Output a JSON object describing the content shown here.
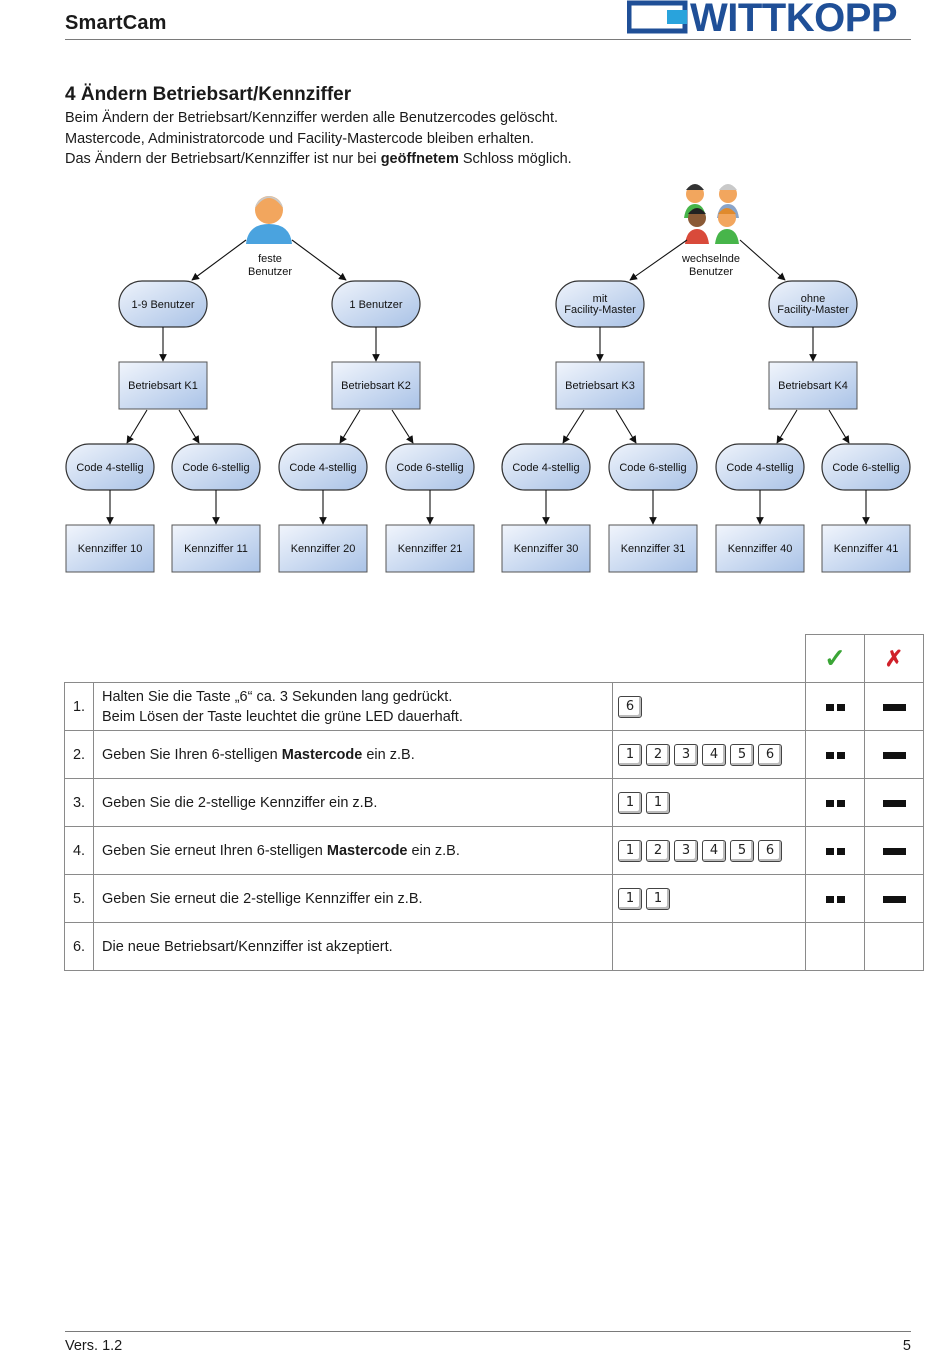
{
  "header": {
    "brand": "SmartCam",
    "logo_text": "WITTKOPP"
  },
  "section": {
    "title": "4 Ändern Betriebsart/Kennziffer",
    "line1": "Beim Ändern der Betriebsart/Kennziffer werden alle Benutzercodes gelöscht.",
    "line2": "Mastercode, Administratorcode und Facility-Mastercode bleiben erhalten.",
    "line3_pre": "Das Ändern der Betriebsart/Kennziffer ist nur bei ",
    "line3_bold": "geöffnetem",
    "line3_post": " Schloss möglich."
  },
  "diagram": {
    "left_root": [
      "feste",
      "Benutzer"
    ],
    "right_root": [
      "wechselnde",
      "Benutzer"
    ],
    "groups": [
      {
        "label": [
          "1-9 Benutzer"
        ],
        "mode": "Betriebsart K1",
        "codes": [
          "Code 4-stellig",
          "Code 6-stellig"
        ],
        "ids": [
          "Kennziffer 10",
          "Kennziffer 11"
        ]
      },
      {
        "label": [
          "1 Benutzer"
        ],
        "mode": "Betriebsart K2",
        "codes": [
          "Code 4-stellig",
          "Code 6-stellig"
        ],
        "ids": [
          "Kennziffer 20",
          "Kennziffer 21"
        ]
      },
      {
        "label": [
          "mit",
          "Facility-Master"
        ],
        "mode": "Betriebsart K3",
        "codes": [
          "Code 4-stellig",
          "Code 6-stellig"
        ],
        "ids": [
          "Kennziffer 30",
          "Kennziffer 31"
        ]
      },
      {
        "label": [
          "ohne",
          "Facility-Master"
        ],
        "mode": "Betriebsart K4",
        "codes": [
          "Code 4-stellig",
          "Code 6-stellig"
        ],
        "ids": [
          "Kennziffer 40",
          "Kennziffer 41"
        ]
      }
    ]
  },
  "table": {
    "ok_symbol": "✓",
    "err_symbol": "✗",
    "rows": [
      {
        "num": "1.",
        "text1": "Halten Sie die Taste „6“ ca. 3 Sekunden lang gedrückt.",
        "text2": "Beim Lösen der Taste leuchtet die grüne LED dauerhaft.",
        "keys": [
          "6"
        ]
      },
      {
        "num": "2.",
        "pre": "Geben Sie Ihren 6-stelligen ",
        "bold": "Mastercode",
        "post": " ein z.B.",
        "keys": [
          "1",
          "2",
          "3",
          "4",
          "5",
          "6"
        ]
      },
      {
        "num": "3.",
        "pre": "Geben Sie die 2-stellige Kennziffer ein z.B.",
        "keys": [
          "1",
          "1"
        ]
      },
      {
        "num": "4.",
        "pre": "Geben Sie erneut Ihren 6-stelligen ",
        "bold": "Mastercode",
        "post": " ein z.B.",
        "keys": [
          "1",
          "2",
          "3",
          "4",
          "5",
          "6"
        ]
      },
      {
        "num": "5.",
        "pre": "Geben Sie erneut die 2-stellige Kennziffer ein z.B.",
        "keys": [
          "1",
          "1"
        ]
      },
      {
        "num": "6.",
        "pre": "Die neue Betriebsart/Kennziffer ist akzeptiert."
      }
    ]
  },
  "footer": {
    "version": "Vers. 1.2",
    "page": "5"
  }
}
